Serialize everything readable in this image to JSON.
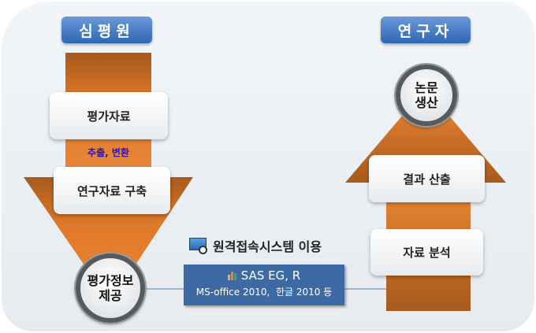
{
  "left": {
    "header": "심평원",
    "box1": "평가자료",
    "transform_label": "추출, 변환",
    "box2": "연구자료 구축",
    "circle_line1": "평가정보",
    "circle_line2": "제공"
  },
  "right": {
    "header": "연구자",
    "circle_line1": "논문",
    "circle_line2": "생산",
    "box1": "결과 산출",
    "box2": "자료 분석"
  },
  "middle": {
    "title": "원격접속시스템 이용",
    "tools_line1": "SAS EG, R",
    "tools_line2": "MS-office 2010,  한글 2010 등"
  },
  "colors": {
    "orange": "#e07a2a",
    "blue_header": "#2f67b4",
    "tool_box": "#3e6aa3",
    "transform_text": "#2a10d0"
  }
}
